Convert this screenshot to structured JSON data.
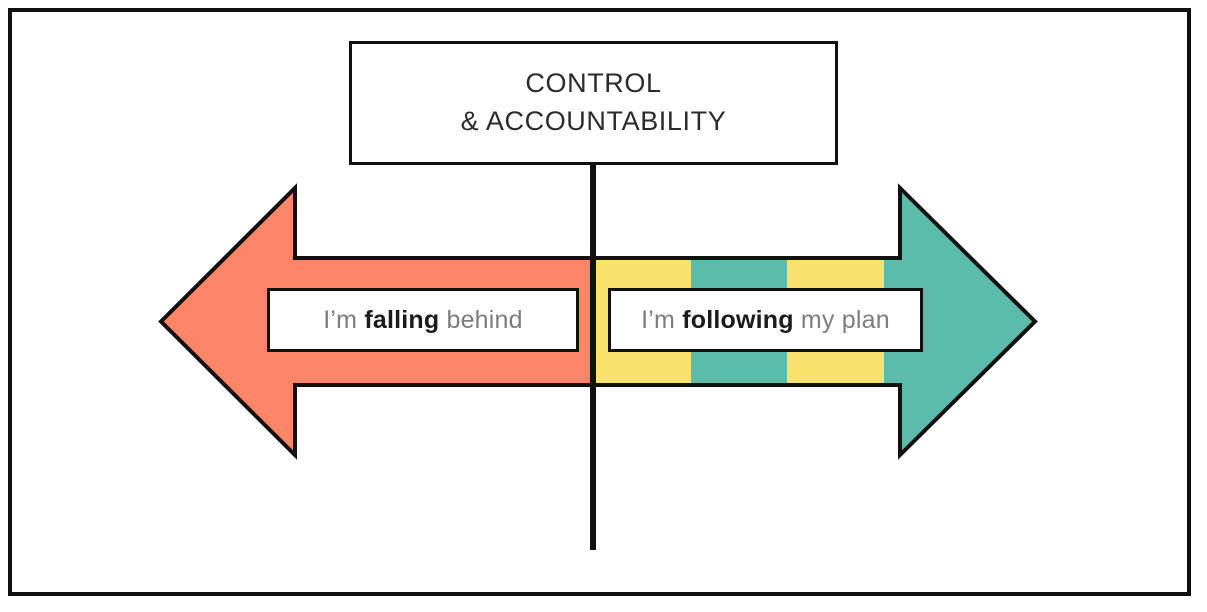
{
  "diagram": {
    "type": "double-headed-arrow-spectrum",
    "title_box": {
      "lines": [
        "CONTROL",
        "& ACCOUNTABILITY"
      ]
    },
    "axis": {
      "divider_label": "center-divider",
      "left_pole": "negative",
      "right_pole": "positive"
    },
    "left_arrow": {
      "direction": "left",
      "color": "#FC8568",
      "label_prefix": "I’m ",
      "label_emphasis": "falling",
      "label_suffix": " behind"
    },
    "right_arrow": {
      "direction": "right",
      "color": "#5BBCAC",
      "stripe_color": "#F8E16C",
      "stripe_count": 4,
      "label_prefix": "I’m ",
      "label_emphasis": "following",
      "label_suffix": " my plan"
    },
    "palette": {
      "coral": "#FC8568",
      "teal": "#5BBCAC",
      "yellow": "#F8E16C",
      "outline": "#111111",
      "label_text": "#7d7d7d",
      "title_text": "#2b2b2b",
      "background": "#ffffff"
    }
  }
}
